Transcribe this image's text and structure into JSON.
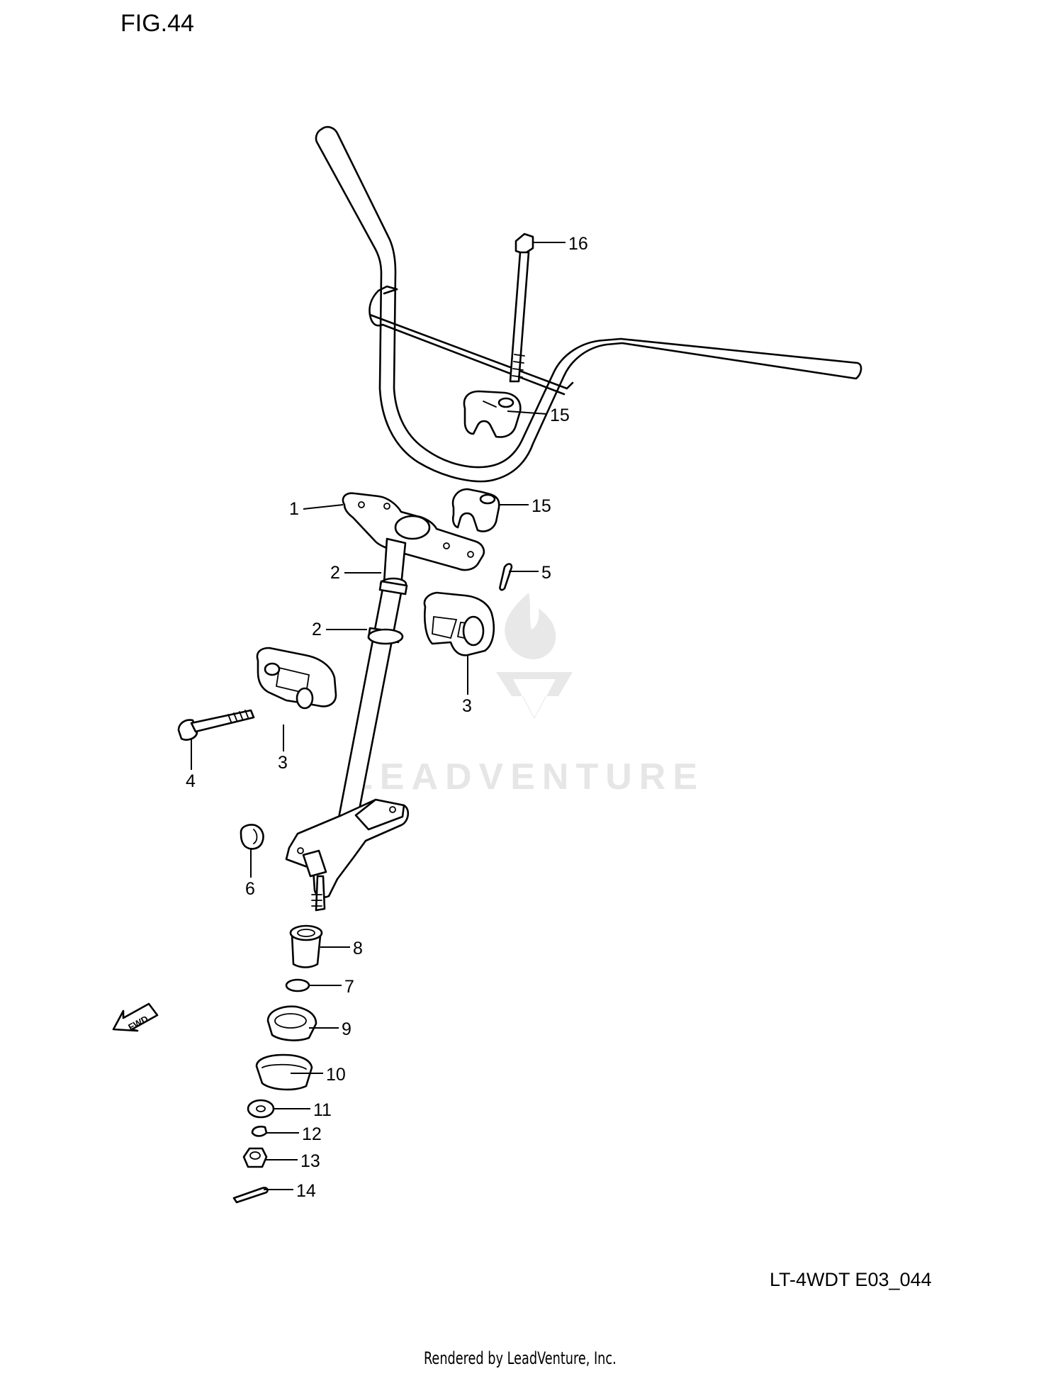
{
  "figure_title": "FIG.44",
  "model_code": "LT-4WDT E03_044",
  "footer": "Rendered by LeadVenture, Inc.",
  "watermark_text": "LEADVENTURE",
  "fwd_label": "FWD",
  "callouts": [
    "1",
    "2",
    "2",
    "3",
    "3",
    "4",
    "5",
    "6",
    "7",
    "8",
    "9",
    "10",
    "11",
    "12",
    "13",
    "14",
    "15",
    "15",
    "16"
  ]
}
